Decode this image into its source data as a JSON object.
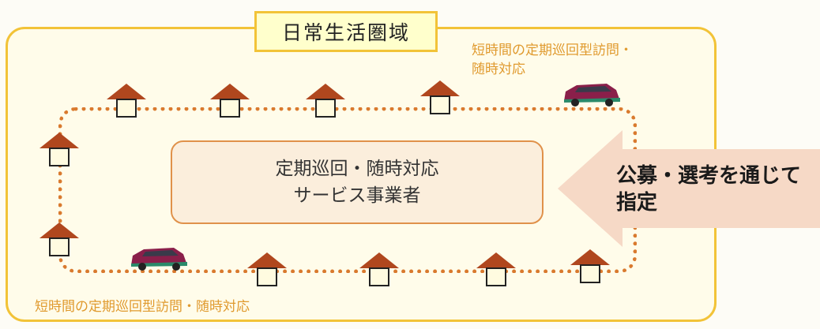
{
  "diagram": {
    "area_label": "日常生活圏域",
    "provider_line1": "定期巡回・随時対応",
    "provider_line2": "サービス事業者",
    "caption_top_line1": "短時間の定期巡回型訪問・",
    "caption_top_line2": "随時対応",
    "caption_bottom": "短時間の定期巡回型訪問・随時対応",
    "arrow_line1": "公募・選考を通じて",
    "arrow_line2": "指定",
    "colors": {
      "area_border": "#f2c338",
      "route": "#d97a2e",
      "house_roof": "#b0471e",
      "house_body": "#fffbe0",
      "car_body": "#8a1f4a",
      "arrow": "#f6d9c6"
    },
    "icons": [
      "house-icon",
      "car-icon",
      "arrow-icon"
    ]
  }
}
